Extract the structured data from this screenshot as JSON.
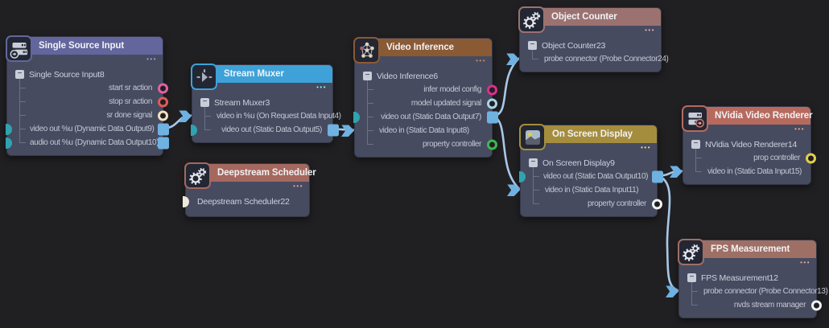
{
  "ui": {
    "menu_dots": "•••",
    "collapse_glyph": "−"
  },
  "canvas": {
    "background": "#202023",
    "node_body": "#474b60",
    "wire_color": "#a9c8e8",
    "port_blue": "#6fb1e0",
    "queue_port_teal": "#2fa3b0",
    "tree_line": "#6d7186"
  },
  "nodes": [
    {
      "title": "Single Source Input",
      "instance": "Single Source Input8",
      "header_color": "#62669c",
      "icon": "source-icon",
      "ports": [
        {
          "label": "start sr action",
          "type": "ring",
          "side": "right",
          "color": "#e161a5"
        },
        {
          "label": "stop sr action",
          "type": "ring",
          "side": "right",
          "color": "#e05a5a"
        },
        {
          "label": "sr done signal",
          "type": "ring",
          "side": "right",
          "color": "#f2dfc0"
        },
        {
          "label": "video out %u (Dynamic Data Output9)",
          "type": "data-output",
          "side": "right",
          "queue_bump": true
        },
        {
          "label": "audio out %u (Dynamic Data Output10)",
          "type": "data-output",
          "side": "right",
          "queue_bump": true
        }
      ]
    },
    {
      "title": "Stream Muxer",
      "instance": "Stream Muxer3",
      "header_color": "#3ea2d8",
      "icon": "muxer-icon",
      "ports": [
        {
          "label": "video in %u (On Request Data Input4)",
          "type": "data-input",
          "side": "left"
        },
        {
          "label": "video out (Static Data Output5)",
          "type": "data-output",
          "side": "right",
          "queue_bump": true
        }
      ]
    },
    {
      "title": "Deepstream Scheduler",
      "instance": "Deepstream Scheduler22",
      "header_color": "#a5685e",
      "icon": "gears-icon",
      "ports": []
    },
    {
      "title": "Video Inference",
      "instance": "Video Inference6",
      "header_color": "#8a5a35",
      "icon": "neural-net-icon",
      "ports": [
        {
          "label": "infer model config",
          "type": "ring",
          "side": "right",
          "color": "#dc2e8e"
        },
        {
          "label": "model updated signal",
          "type": "ring",
          "side": "right",
          "color": "#a8d4e8"
        },
        {
          "label": "video out (Static Data Output7)",
          "type": "data-output",
          "side": "right",
          "queue_bump": true
        },
        {
          "label": "video in (Static Data Input8)",
          "type": "data-input",
          "side": "left"
        },
        {
          "label": "property controller",
          "type": "ring",
          "side": "right",
          "color": "#3cb94f"
        }
      ]
    },
    {
      "title": "Object Counter",
      "instance": "Object Counter23",
      "header_color": "#9b7270",
      "icon": "gears-icon",
      "ports": [
        {
          "label": "probe connector (Probe Connector24)",
          "type": "data-input",
          "side": "left"
        }
      ]
    },
    {
      "title": "On Screen Display",
      "instance": "On Screen Display9",
      "header_color": "#a58d3e",
      "icon": "image-icon",
      "ports": [
        {
          "label": "video out (Static Data Output10)",
          "type": "data-output",
          "side": "right",
          "queue_bump": true
        },
        {
          "label": "video in (Static Data Input11)",
          "type": "data-input",
          "side": "left"
        },
        {
          "label": "property controller",
          "type": "ring",
          "side": "right",
          "color": "#f2f3f5"
        }
      ]
    },
    {
      "title": "NVidia Video Renderer",
      "instance": "NVidia Video Renderer14",
      "header_color": "#b66a5e",
      "icon": "renderer-icon",
      "ports": [
        {
          "label": "prop controller",
          "type": "ring",
          "side": "right",
          "color": "#e3cf4e"
        },
        {
          "label": "video in (Static Data Input15)",
          "type": "data-input",
          "side": "left"
        }
      ]
    },
    {
      "title": "FPS Measurement",
      "instance": "FPS Measurement12",
      "header_color": "#9e6f64",
      "icon": "gears-icon",
      "ports": [
        {
          "label": "probe connector (Probe Connector13)",
          "type": "data-input",
          "side": "left"
        },
        {
          "label": "nvds stream manager",
          "type": "ring",
          "side": "right",
          "color": "#f2f3f5"
        }
      ]
    }
  ],
  "connections": [
    {
      "from": "Single Source Input8 : video out %u (Dynamic Data Output9)",
      "to": "Stream Muxer3 : video in %u (On Request Data Input4)"
    },
    {
      "from": "Stream Muxer3 : video out (Static Data Output5)",
      "to": "Video Inference6 : video in (Static Data Input8)"
    },
    {
      "from": "Video Inference6 : video out (Static Data Output7)",
      "to": "Object Counter23 : probe connector (Probe Connector24)"
    },
    {
      "from": "Video Inference6 : video out (Static Data Output7)",
      "to": "On Screen Display9 : video in (Static Data Input11)"
    },
    {
      "from": "On Screen Display9 : video out (Static Data Output10)",
      "to": "NVidia Video Renderer14 : video in (Static Data Input15)"
    },
    {
      "from": "On Screen Display9 : video out (Static Data Output10)",
      "to": "FPS Measurement12 : probe connector (Probe Connector13)"
    }
  ]
}
